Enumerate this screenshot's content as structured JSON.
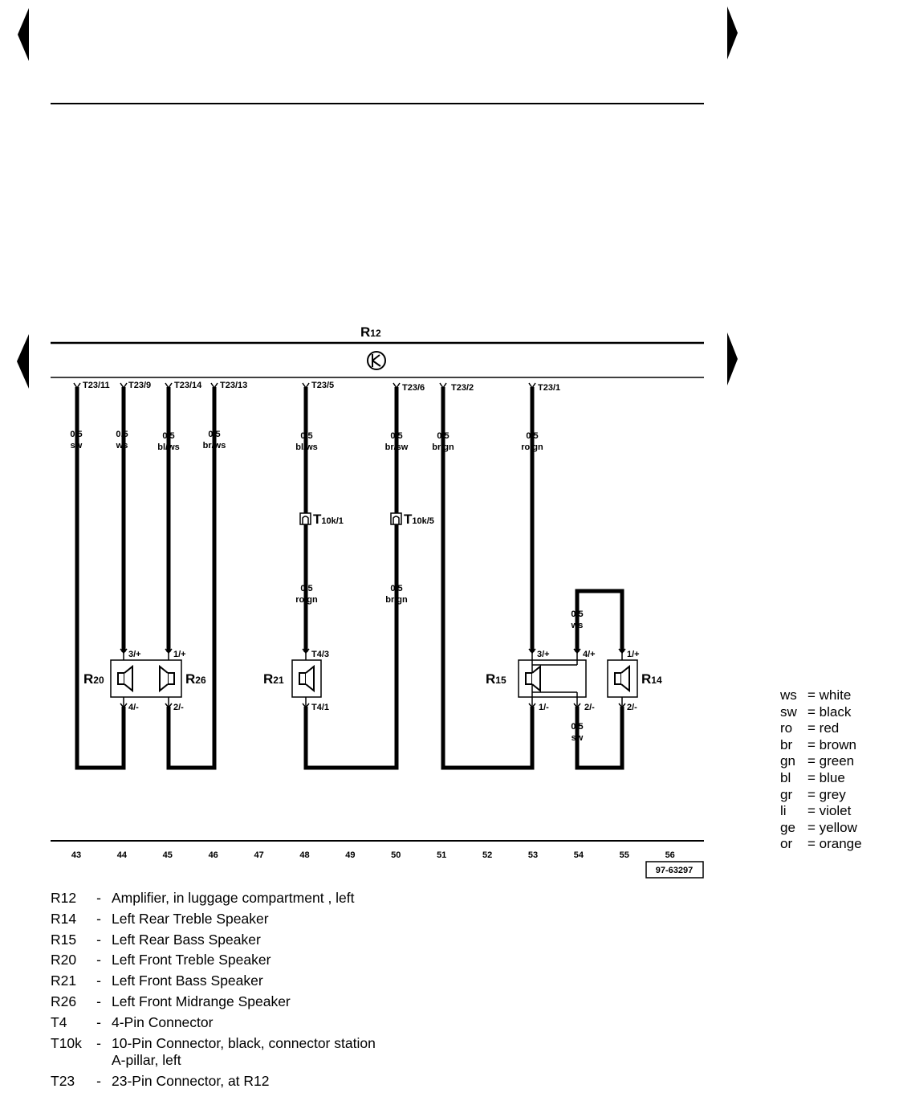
{
  "amplifier": {
    "label": "R",
    "sub": "12"
  },
  "terminals": [
    "T23/11",
    "T23/9",
    "T23/14",
    "T23/13",
    "T23/5",
    "T23/6",
    "T23/2",
    "T23/1"
  ],
  "wires": [
    {
      "size": "0,5",
      "color": "sw"
    },
    {
      "size": "0,5",
      "color": "ws"
    },
    {
      "size": "0,5",
      "color": "bl/ws"
    },
    {
      "size": "0,5",
      "color": "br/ws"
    },
    {
      "size": "0,5",
      "color": "bl/ws"
    },
    {
      "size": "0,5",
      "color": "br/sw"
    },
    {
      "size": "0,5",
      "color": "br/gn"
    },
    {
      "size": "0,5",
      "color": "ro/gn"
    }
  ],
  "lower_wires": [
    {
      "size": "0,5",
      "color": "ro/gn"
    },
    {
      "size": "0,5",
      "color": "br/gn"
    },
    {
      "size": "0,5",
      "color": "ws"
    },
    {
      "size": "0,5",
      "color": "sw"
    }
  ],
  "connectors_t10k": [
    {
      "main": "T",
      "sub": "10k/1"
    },
    {
      "main": "T",
      "sub": "10k/5"
    }
  ],
  "speakers": {
    "r20": {
      "label": "R",
      "sub": "20",
      "pin_bottom": "4/-"
    },
    "r26": {
      "label": "R",
      "sub": "26",
      "pin_bottom": "2/-"
    },
    "r21": {
      "label": "R",
      "sub": "21",
      "pin_top": "T4/3",
      "pin_bottom": "T4/1"
    },
    "r15": {
      "label": "R",
      "sub": "15",
      "pin_top_left": "3/+",
      "pin_top_right": "4/+",
      "pin_bottom_left": "1/-",
      "pin_bottom_right": "2/-"
    },
    "r14": {
      "label": "R",
      "sub": "14",
      "pin_top": "1/+",
      "pin_bottom": "2/-"
    }
  },
  "pin_labels_top": [
    "3/+",
    "1/+"
  ],
  "column_numbers": [
    "43",
    "44",
    "45",
    "46",
    "47",
    "48",
    "49",
    "50",
    "51",
    "52",
    "53",
    "54",
    "55",
    "56"
  ],
  "diagram_id": "97-63297",
  "color_legend": [
    {
      "code": "ws",
      "name": "white"
    },
    {
      "code": "sw",
      "name": "black"
    },
    {
      "code": "ro",
      "name": "red"
    },
    {
      "code": "br",
      "name": "brown"
    },
    {
      "code": "gn",
      "name": "green"
    },
    {
      "code": "bl",
      "name": "blue"
    },
    {
      "code": "gr",
      "name": "grey"
    },
    {
      "code": "li",
      "name": "violet"
    },
    {
      "code": "ge",
      "name": "yellow"
    },
    {
      "code": "or",
      "name": "orange"
    }
  ],
  "component_list": [
    {
      "code": "R12",
      "desc": "Amplifier, in luggage compartment , left"
    },
    {
      "code": "R14",
      "desc": "Left Rear Treble Speaker"
    },
    {
      "code": "R15",
      "desc": "Left Rear Bass Speaker"
    },
    {
      "code": "R20",
      "desc": "Left Front Treble Speaker"
    },
    {
      "code": "R21",
      "desc": "Left Front Bass Speaker"
    },
    {
      "code": "R26",
      "desc": "Left Front Midrange Speaker"
    },
    {
      "code": "T4",
      "desc": "4-Pin Connector"
    },
    {
      "code": "T10k",
      "desc": "10-Pin Connector, black, connector station",
      "desc2": "A-pillar, left"
    },
    {
      "code": "T23",
      "desc": "23-Pin Connector, at R12"
    }
  ]
}
